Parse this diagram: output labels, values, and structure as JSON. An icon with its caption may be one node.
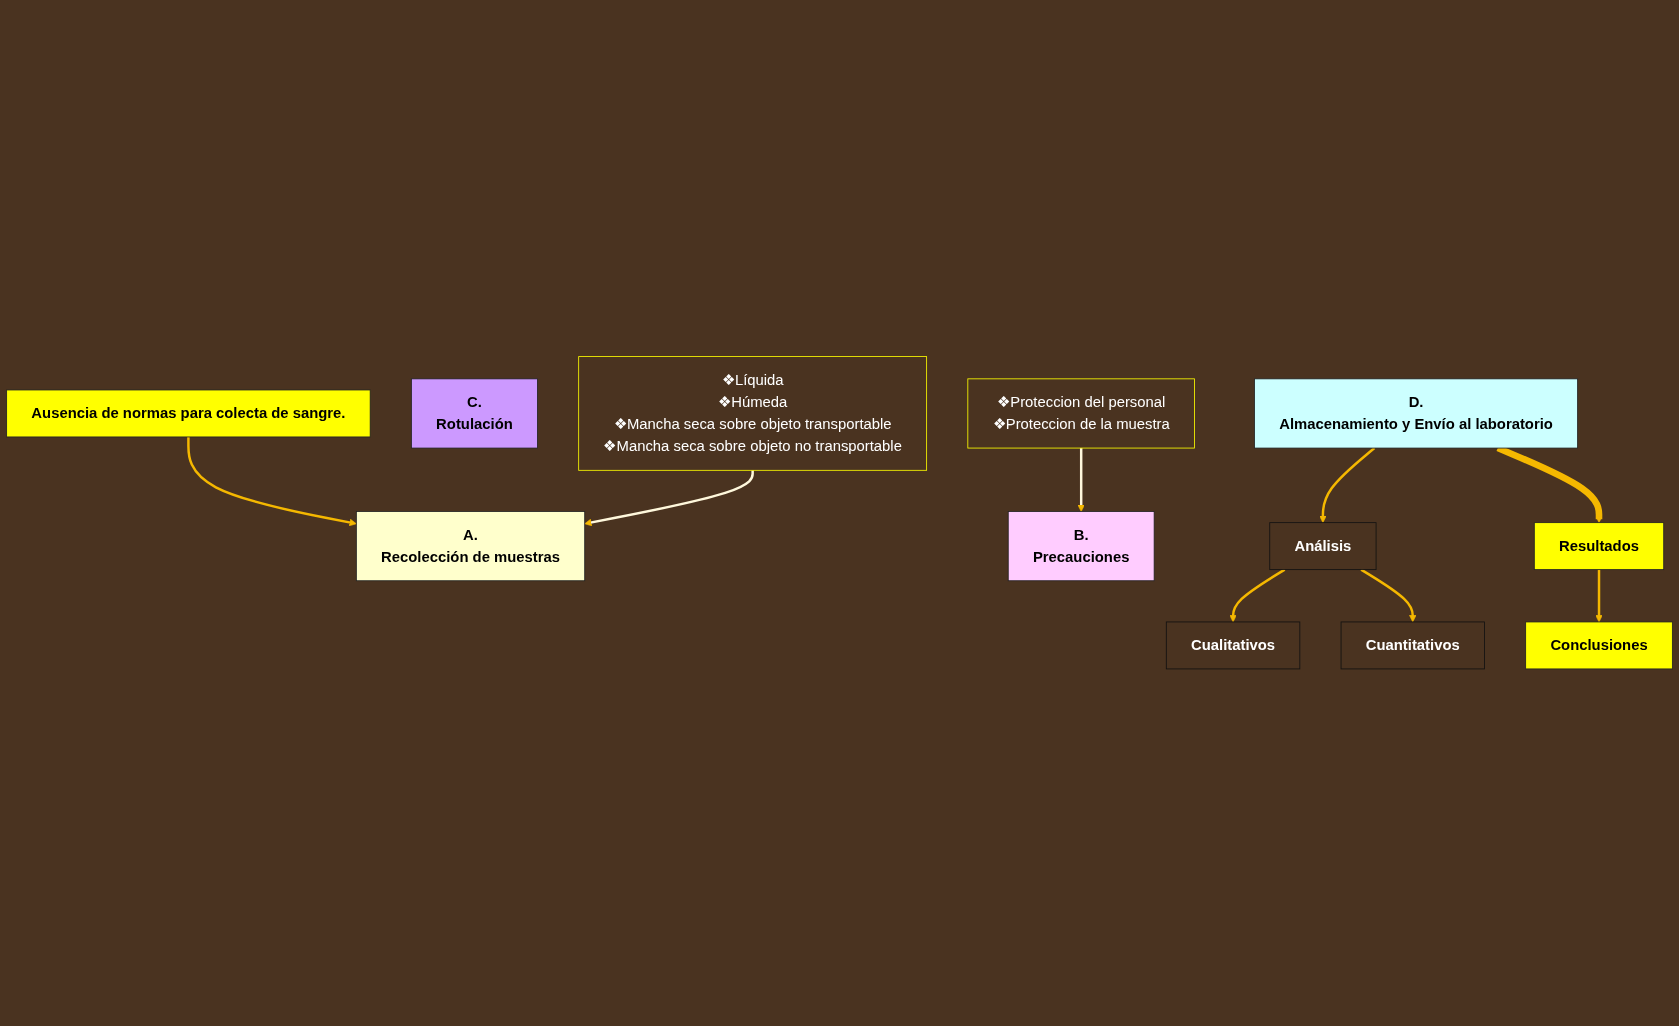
{
  "diagram": {
    "nodes": [
      {
        "text": [
          "Ausencia de normas para colecta de sangre."
        ]
      },
      {
        "text": [
          "A.",
          "Recolección de muestras"
        ]
      },
      {
        "text": [
          "B.",
          "Precauciones"
        ]
      },
      {
        "text": [
          "C.",
          "Rotulación"
        ]
      },
      {
        "text": [
          "D.",
          "Almacenamiento y Envío al laboratorio"
        ]
      },
      {
        "text": [
          "❖Líquida",
          "❖Húmeda",
          "❖Mancha seca sobre objeto transportable",
          "❖Mancha seca sobre objeto no transportable"
        ]
      },
      {
        "text": [
          "❖Proteccion del personal",
          "❖Proteccion de la muestra"
        ]
      },
      {
        "text": [
          "Análisis"
        ]
      },
      {
        "text": [
          "Cualitativos"
        ]
      },
      {
        "text": [
          "Cuantitativos"
        ]
      },
      {
        "text": [
          "Resultados"
        ]
      },
      {
        "text": [
          "Conclusiones"
        ]
      }
    ],
    "edges": [
      {
        "from": 0,
        "to": 1,
        "arrow": "to"
      },
      {
        "from": 5,
        "to": 1,
        "arrow": "to",
        "color": "#fff8dc"
      },
      {
        "from": 6,
        "to": 2,
        "arrow": "to",
        "color": "#fff8dc"
      },
      {
        "from": 4,
        "to": 7,
        "arrow": "to"
      },
      {
        "from": 7,
        "to": 8,
        "arrow": "to"
      },
      {
        "from": 7,
        "to": 9,
        "arrow": "to"
      },
      {
        "from": 4,
        "to": 10,
        "arrow": "to",
        "style": "thick"
      },
      {
        "from": 10,
        "to": 11,
        "arrow": "to"
      }
    ]
  }
}
